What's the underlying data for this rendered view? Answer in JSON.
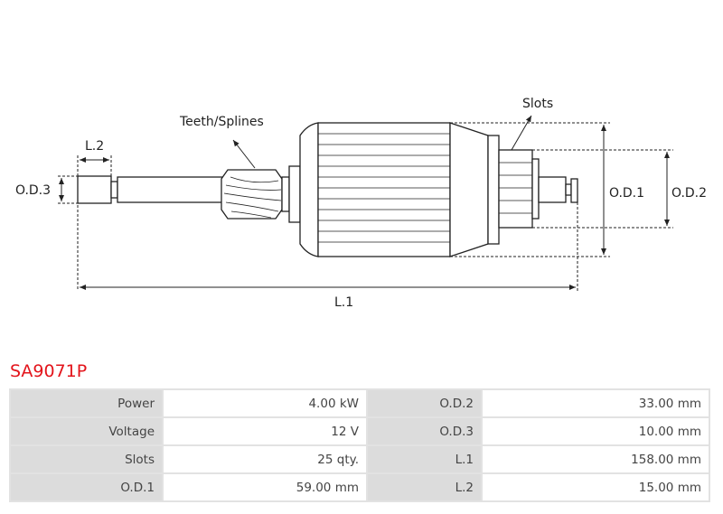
{
  "diagram": {
    "labels": {
      "teeth": "Teeth/Splines",
      "slots": "Slots",
      "l2": "L.2",
      "od3": "O.D.3",
      "od1": "O.D.1",
      "od2": "O.D.2",
      "l1": "L.1"
    }
  },
  "product": {
    "code": "SA9071P"
  },
  "specs": [
    {
      "label": "Power",
      "value": "4.00 kW",
      "label2": "O.D.2",
      "value2": "33.00 mm"
    },
    {
      "label": "Voltage",
      "value": "12 V",
      "label2": "O.D.3",
      "value2": "10.00 mm"
    },
    {
      "label": "Slots",
      "value": "25 qty.",
      "label2": "L.1",
      "value2": "158.00 mm"
    },
    {
      "label": "O.D.1",
      "value": "59.00 mm",
      "label2": "L.2",
      "value2": "15.00 mm"
    }
  ]
}
